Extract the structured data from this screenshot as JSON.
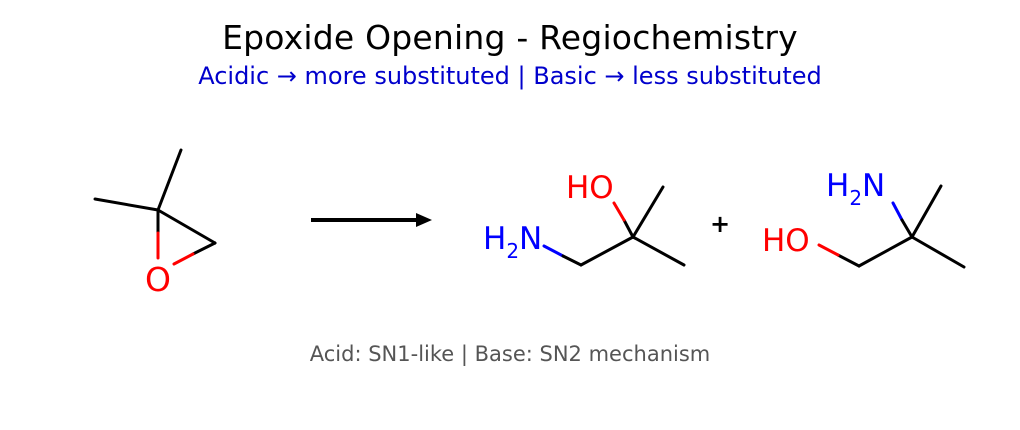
{
  "title": "Epoxide Opening - Regiochemistry",
  "subtitle": "Acidic → more substituted | Basic → less substituted",
  "caption": "Acid: SN1-like | Base: SN2 mechanism",
  "plus_sign": "+",
  "reactant": {
    "oxygen_label": "O"
  },
  "product_1": {
    "hydroxyl_label": "HO",
    "amine_label_h": "H",
    "amine_label_sub": "2",
    "amine_label_n": "N"
  },
  "product_2": {
    "amine_label_h": "H",
    "amine_label_sub": "2",
    "amine_label_n": "N",
    "hydroxyl_label": "HO"
  },
  "colors": {
    "bond": "#000000",
    "oxygen": "#ff0000",
    "nitrogen": "#0000ff",
    "subtitle": "#0000cc",
    "caption": "#555555"
  }
}
